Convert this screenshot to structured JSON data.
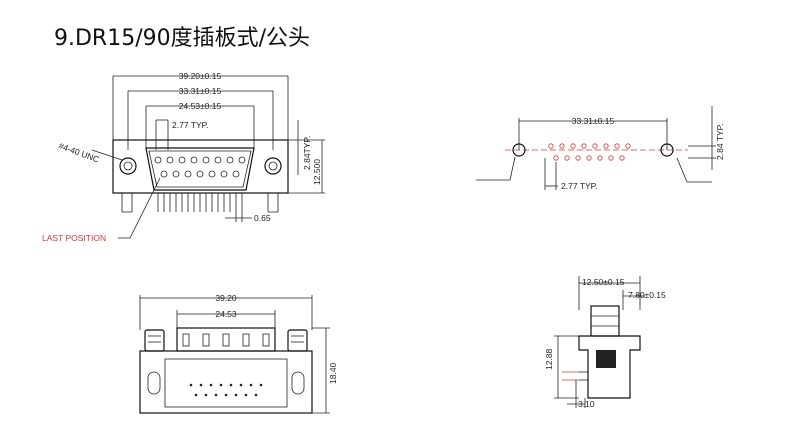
{
  "title": "9.DR15/90度插板式/公头",
  "top_view": {
    "dim_overall": "39.20±0.15",
    "dim_mount": "33.31±0.15",
    "dim_shell": "24.53±0.15",
    "dim_pitch": "2.77 TYP.",
    "dim_row": "2.84TYP.",
    "dim_height": "12.500",
    "dim_pin": "0.65",
    "screw_label": "#4-40 UNC",
    "last_position_label": "LAST POSITION"
  },
  "pcb_view": {
    "dim_mount": "33.31±0.15",
    "dim_row": "2.84 TYP.",
    "dim_pitch": "2.77 TYP."
  },
  "front_view": {
    "dim_overall": "39.20",
    "dim_shell": "24.53",
    "dim_height": "18.40"
  },
  "side_view": {
    "dim_width": "12.50±0.15",
    "dim_offset": "7.80±0.15",
    "dim_height": "12.88",
    "dim_pin": "3.10"
  }
}
